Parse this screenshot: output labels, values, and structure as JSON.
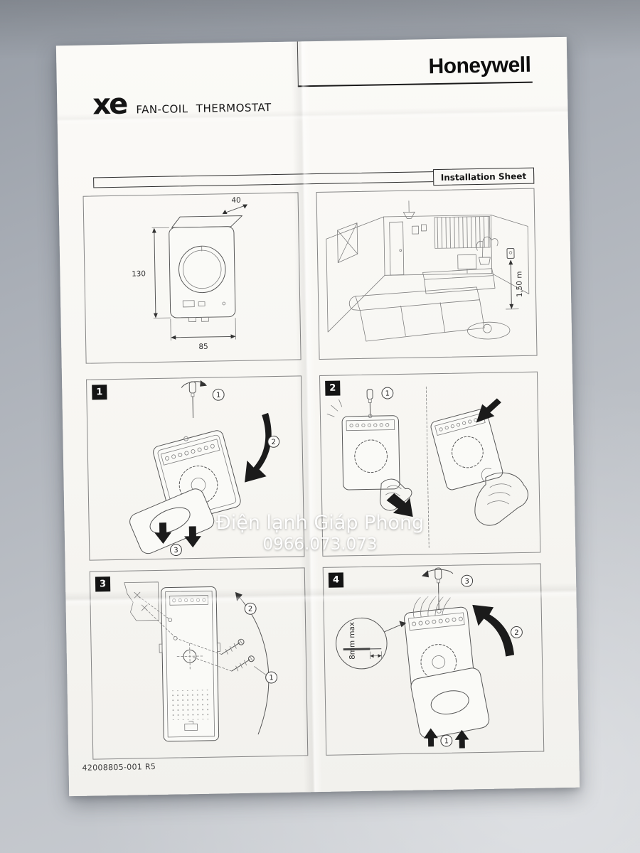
{
  "colors": {
    "background": "#b7bcc3",
    "paper": "#f8f7f4",
    "ink": "#141414",
    "watermark": "#ffffff"
  },
  "document": {
    "brand": "Honeywell",
    "logo_text": "xe",
    "product_title": "FAN-COIL THERMOSTAT",
    "sheet_label": "Installation Sheet",
    "part_number": "42008805-001 R5"
  },
  "dimension_drawing": {
    "depth": "40",
    "height": "130",
    "width": "85"
  },
  "room_drawing": {
    "mount_height": "1,50 m"
  },
  "panels": [
    {
      "number": "1",
      "steps": [
        "1",
        "2",
        "3"
      ]
    },
    {
      "number": "2",
      "steps": [
        "1"
      ]
    },
    {
      "number": "3",
      "steps": [
        "2",
        "1"
      ]
    },
    {
      "number": "4",
      "steps": [
        "3",
        "2",
        "1"
      ],
      "callout": "8mm max"
    }
  ],
  "watermark": {
    "line1": "Điện lạnh Giáp Phong",
    "line2": "0966.073.073"
  }
}
